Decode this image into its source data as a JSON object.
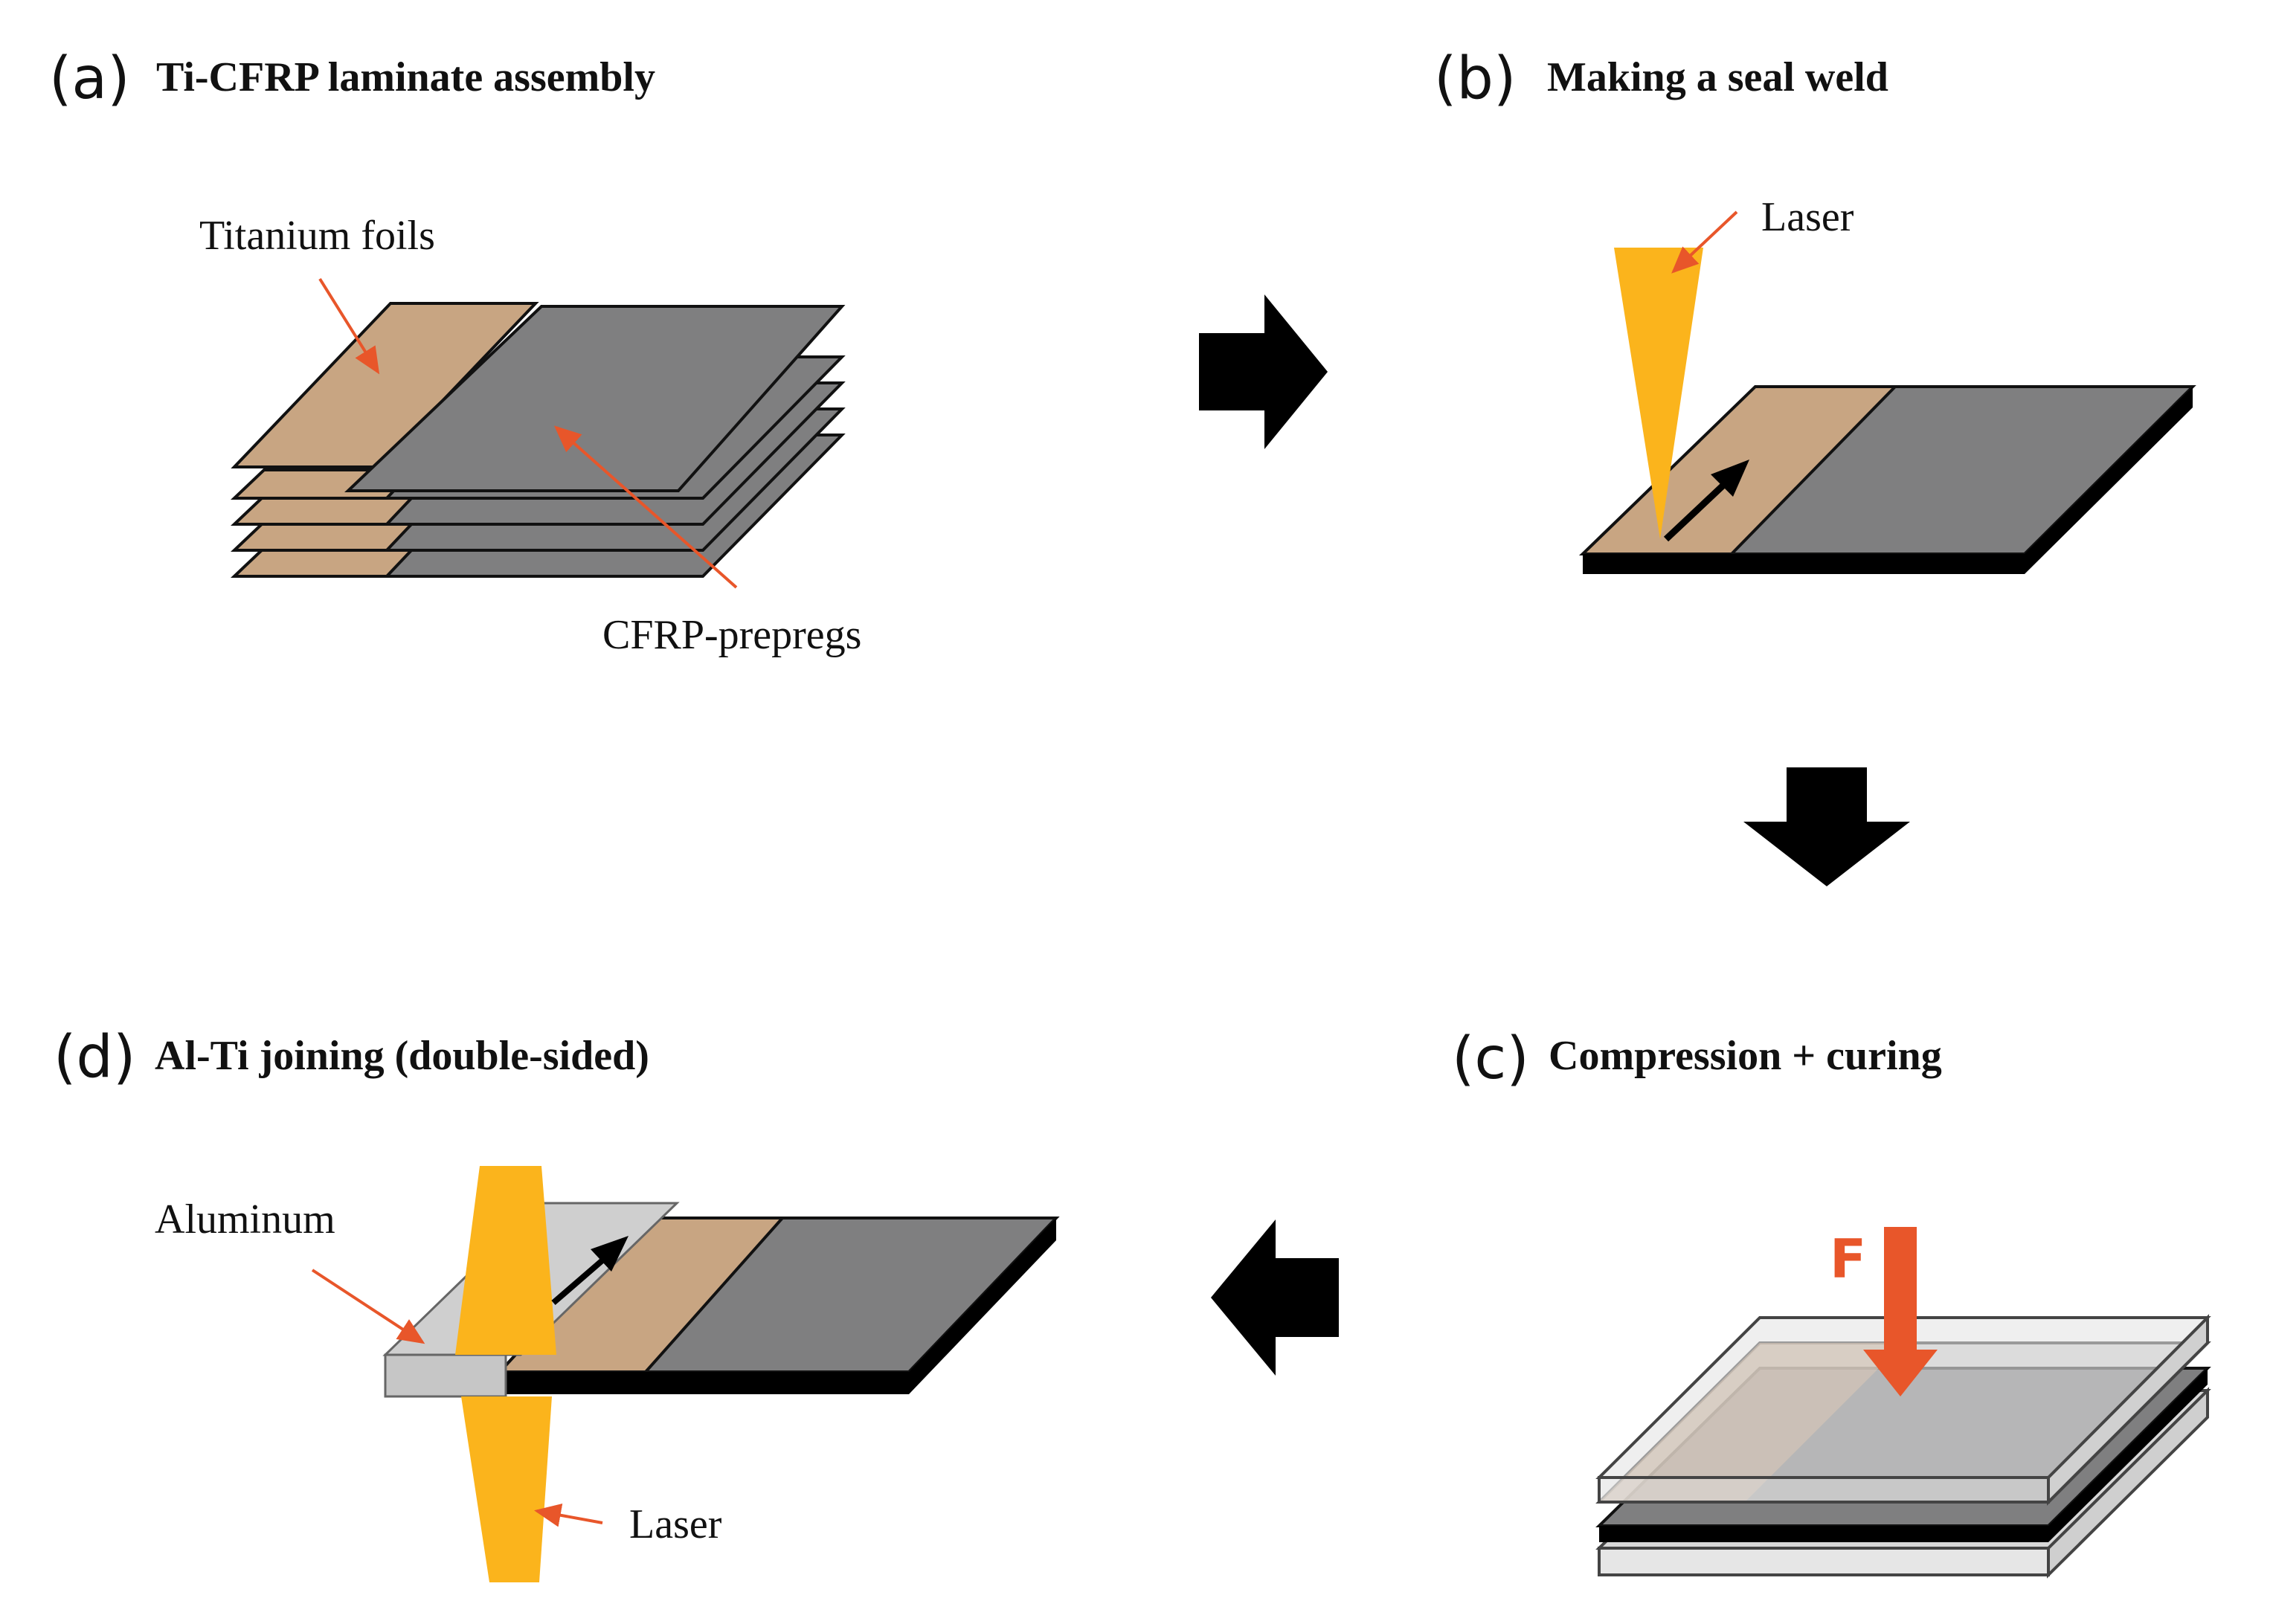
{
  "colors": {
    "titanium": "#C8A582",
    "cfrp": "#7F7F80",
    "laser": "#FBB41C",
    "callout": "#E8562A",
    "aluminum": "#CFCFCF",
    "black": "#000000"
  },
  "panels": {
    "a": {
      "letter": "(a)",
      "title": "Ti-CFRP laminate assembly",
      "labels": {
        "titanium": "Titanium foils",
        "cfrp": "CFRP-prepregs"
      }
    },
    "b": {
      "letter": "(b)",
      "title": "Making a seal weld",
      "labels": {
        "laser": "Laser"
      }
    },
    "c": {
      "letter": "(c)",
      "title": "Compression + curing",
      "labels": {
        "force": "F"
      }
    },
    "d": {
      "letter": "(d)",
      "title": "Al-Ti joining (double-sided)",
      "labels": {
        "aluminum": "Aluminum",
        "laser": "Laser"
      }
    }
  },
  "flow_arrows": [
    {
      "from": "a",
      "to": "b",
      "direction": "right"
    },
    {
      "from": "b",
      "to": "c",
      "direction": "down"
    },
    {
      "from": "c",
      "to": "d",
      "direction": "left"
    }
  ]
}
